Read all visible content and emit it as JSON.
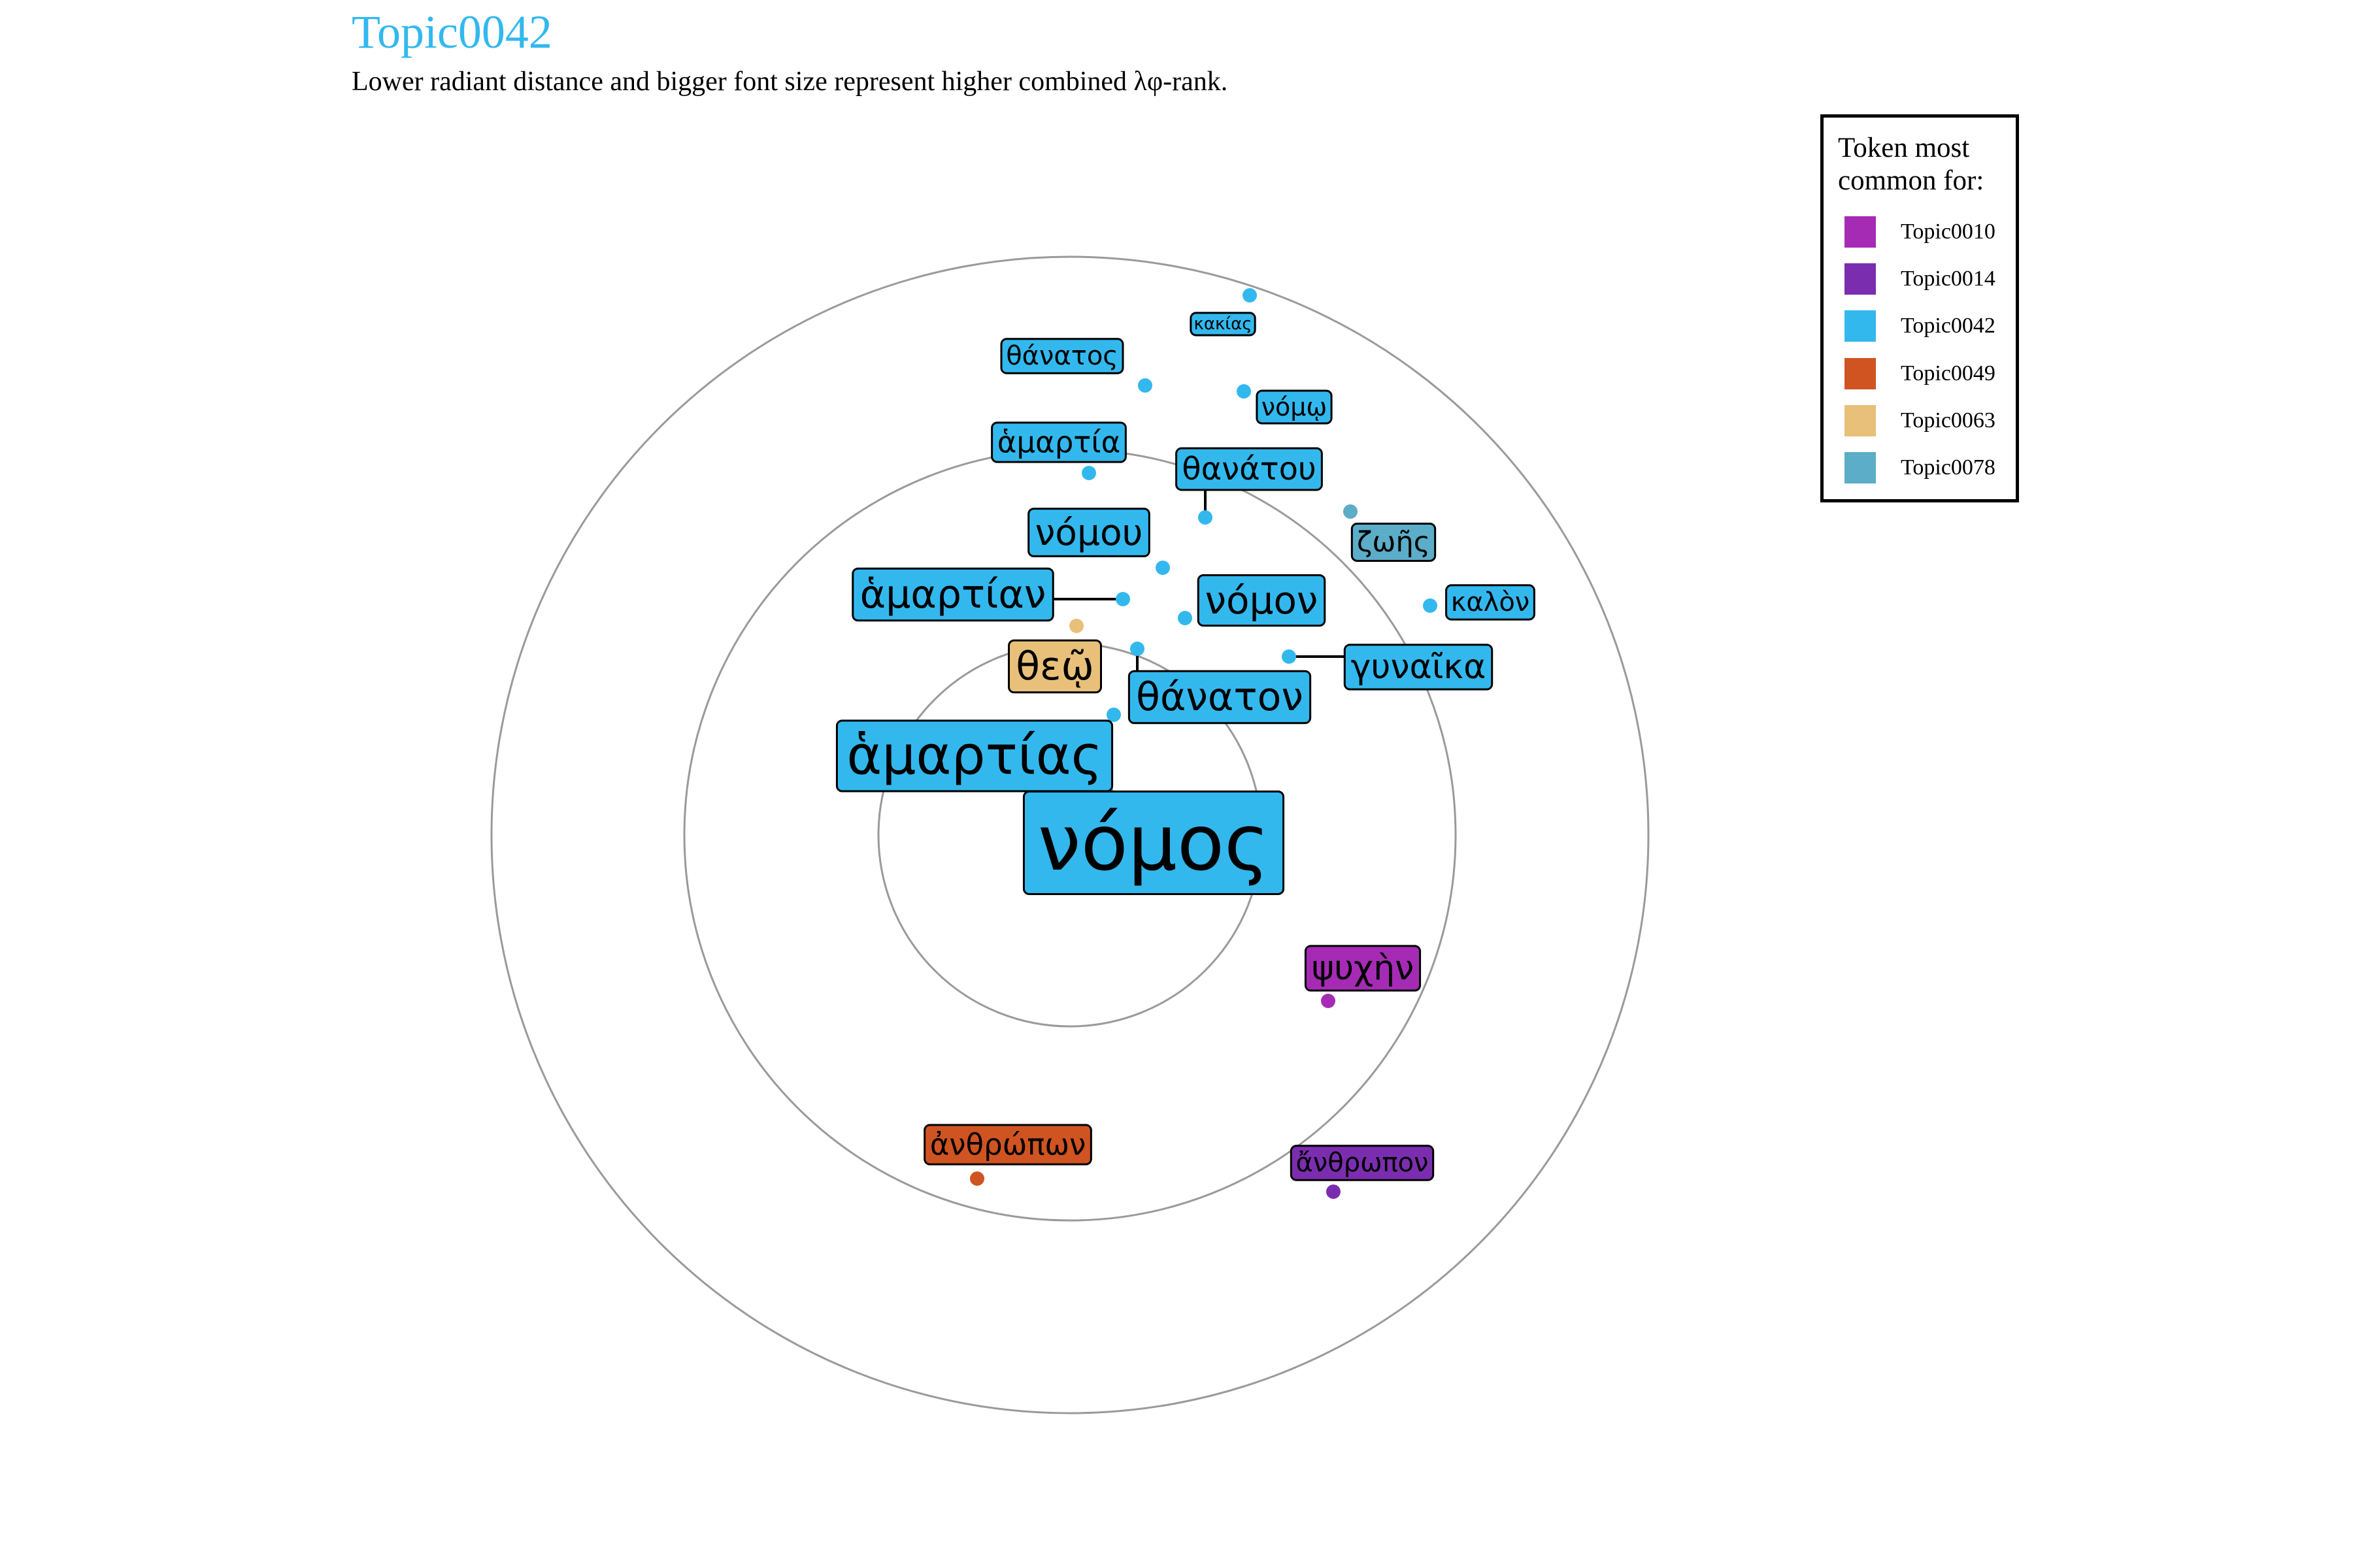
{
  "title": "Topic0042",
  "subtitle": "Lower radiant distance and bigger font size represent higher combined λφ-rank.",
  "legend": {
    "title_line1": "Token most",
    "title_line2": "common for:",
    "items": [
      {
        "label": "Topic0010",
        "color": "#A52BB5"
      },
      {
        "label": "Topic0014",
        "color": "#7B2DAF"
      },
      {
        "label": "Topic0042",
        "color": "#33B8EE"
      },
      {
        "label": "Topic0049",
        "color": "#CF5422"
      },
      {
        "label": "Topic0063",
        "color": "#E8C07A"
      },
      {
        "label": "Topic0078",
        "color": "#5BADC8"
      }
    ]
  },
  "chart_data": {
    "type": "scatter",
    "coordinate_system": "polar",
    "rings": 3,
    "grid": true,
    "legend_placement": "top-right",
    "tokens": [
      {
        "label": "νόμος",
        "topic": "Topic0042",
        "rank": 1,
        "angle_deg": 12
      },
      {
        "label": "ἁμαρτίας",
        "topic": "Topic0042",
        "rank": 2,
        "angle_deg": 26
      },
      {
        "label": "θάνατον",
        "topic": "Topic0042",
        "rank": 3,
        "angle_deg": 22
      },
      {
        "label": "θεῷ",
        "topic": "Topic0063",
        "rank": 4,
        "angle_deg": 0
      },
      {
        "label": "ἁμαρτίαν",
        "topic": "Topic0042",
        "rank": 5,
        "angle_deg": 18
      },
      {
        "label": "νόμον",
        "topic": "Topic0042",
        "rank": 6,
        "angle_deg": 27
      },
      {
        "label": "νόμου",
        "topic": "Topic0042",
        "rank": 7,
        "angle_deg": 21
      },
      {
        "label": "γυναῖκα",
        "topic": "Topic0042",
        "rank": 8,
        "angle_deg": 45
      },
      {
        "label": "θανάτου",
        "topic": "Topic0042",
        "rank": 9,
        "angle_deg": 27
      },
      {
        "label": "ἁμαρτία",
        "topic": "Topic0042",
        "rank": 10,
        "angle_deg": 5
      },
      {
        "label": "ζωῆς",
        "topic": "Topic0078",
        "rank": 11,
        "angle_deg": 35
      },
      {
        "label": "καλὸν",
        "topic": "Topic0042",
        "rank": 12,
        "angle_deg": 48
      },
      {
        "label": "ψυχὴν",
        "topic": "Topic0010",
        "rank": 13,
        "angle_deg": 122
      },
      {
        "label": "νόμῳ",
        "topic": "Topic0042",
        "rank": 14,
        "angle_deg": 20
      },
      {
        "label": "θάνατος",
        "topic": "Topic0042",
        "rank": 15,
        "angle_deg": 12
      },
      {
        "label": "ἀνθρώπων",
        "topic": "Topic0049",
        "rank": 16,
        "angle_deg": 205
      },
      {
        "label": "ἄνθρωπον",
        "topic": "Topic0014",
        "rank": 17,
        "angle_deg": 143
      },
      {
        "label": "κακίας",
        "topic": "Topic0042",
        "rank": 18,
        "angle_deg": 21
      }
    ]
  }
}
